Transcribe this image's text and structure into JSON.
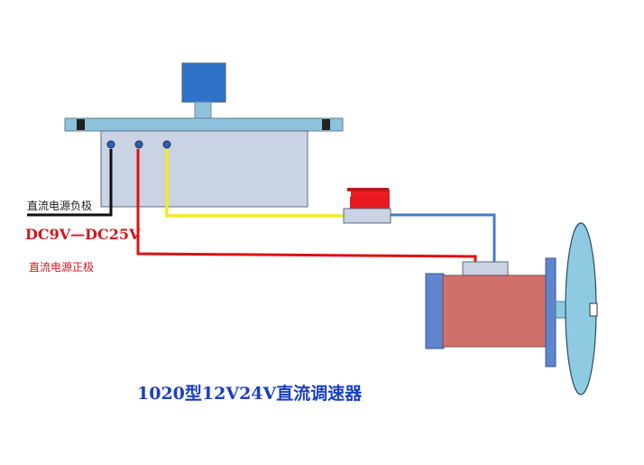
{
  "labels": {
    "negative": "直流电源负极",
    "voltage": "DC9V—DC25V",
    "positive": "直流电源正极",
    "title": "1020型12V24V直流调速器"
  },
  "colors": {
    "wire_black": "#111111",
    "wire_red": "#e01010",
    "wire_yellow": "#f2ec22",
    "wire_blue": "#3f7fc0",
    "knob": "#2f73c9",
    "plate": "#8ec2dc",
    "box": "#c9d3e3",
    "motor_body": "#cf706a",
    "motor_end": "#5f86cc",
    "disc": "#8ecbe3",
    "button_red": "#ee1c24",
    "text_red": "#d0161c",
    "text_title": "#1a3fc0"
  }
}
